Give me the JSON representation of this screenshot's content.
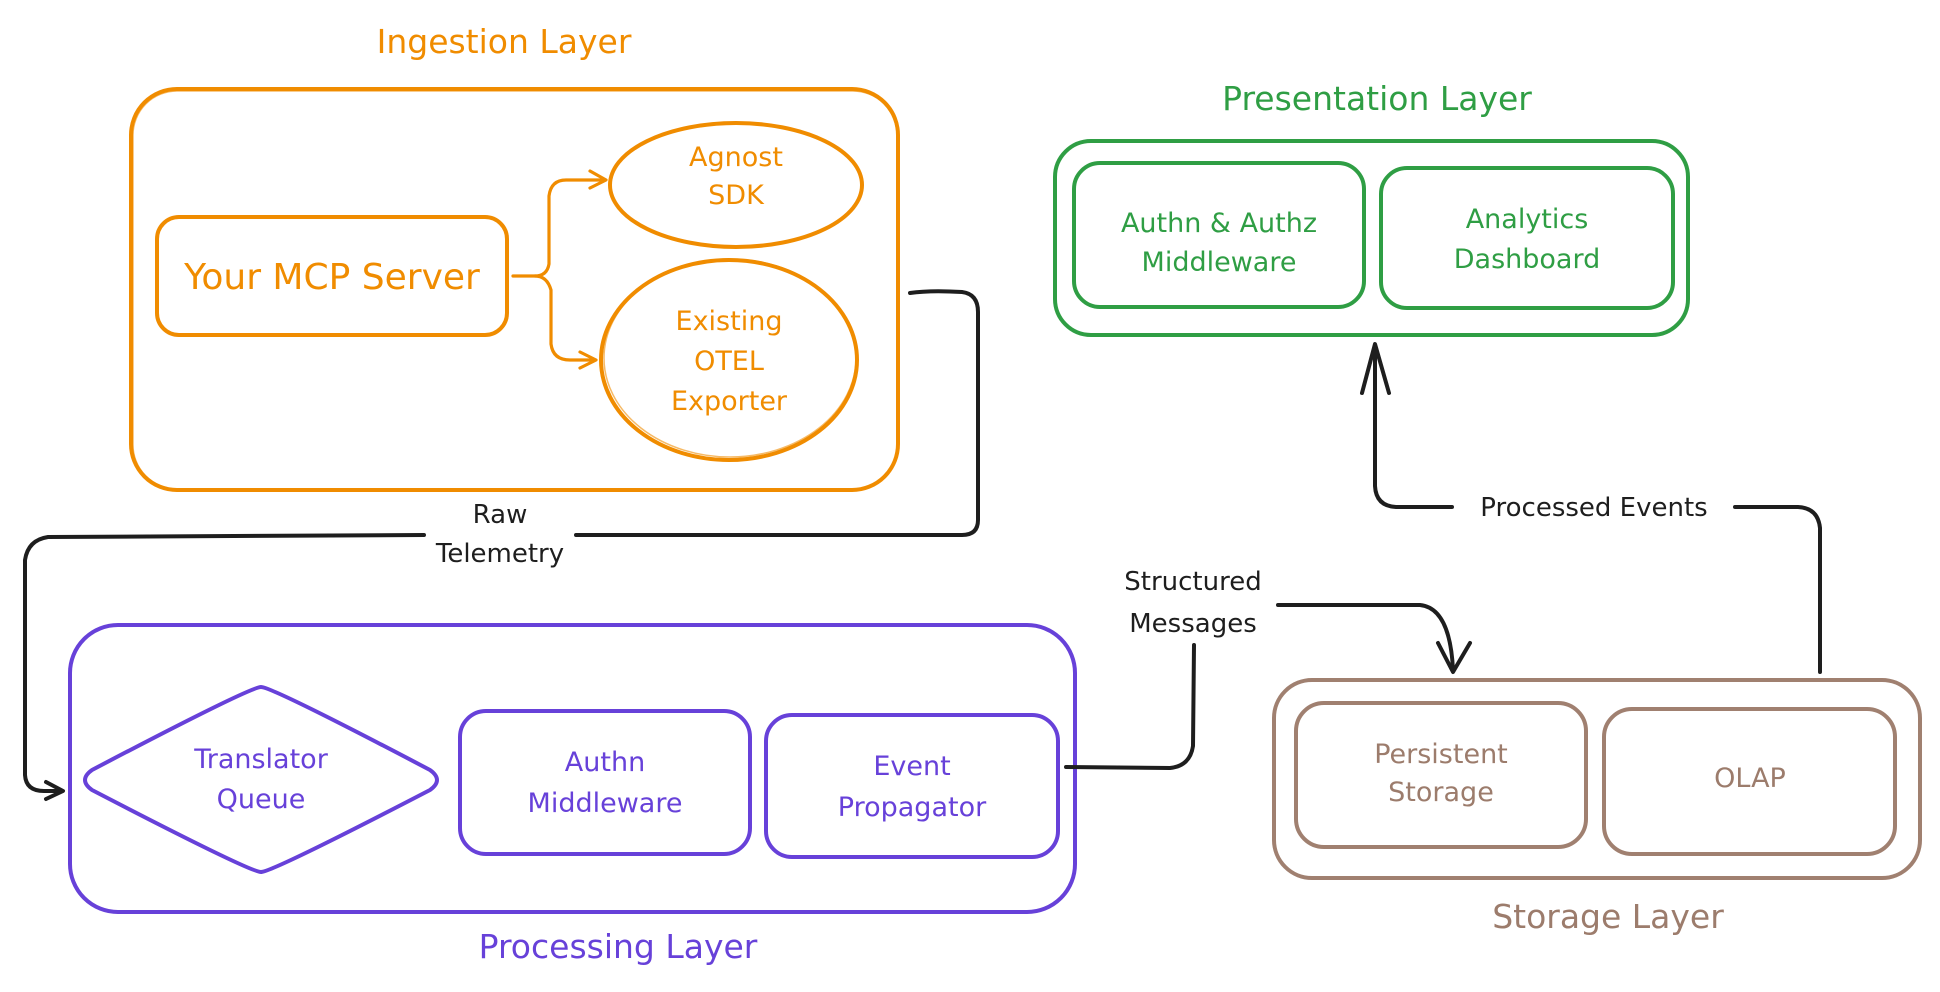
{
  "diagram": {
    "colors": {
      "ingestion": "#f08c00",
      "presentation": "#2f9e44",
      "processing": "#6741d9",
      "storage": "#a08070",
      "connector": "#1e1e1e"
    },
    "ingestion": {
      "title": "Ingestion Layer",
      "mcp_server": "Your MCP Server",
      "agnost_sdk": [
        "Agnost",
        "SDK"
      ],
      "otel_exporter": [
        "Existing",
        "OTEL",
        "Exporter"
      ]
    },
    "presentation": {
      "title": "Presentation Layer",
      "auth": [
        "Authn & Authz",
        "Middleware"
      ],
      "dashboard": [
        "Analytics",
        "Dashboard"
      ]
    },
    "processing": {
      "title": "Processing Layer",
      "translator_queue": [
        "Translator",
        "Queue"
      ],
      "authn_middleware": [
        "Authn",
        "Middleware"
      ],
      "event_propagator": [
        "Event",
        "Propagator"
      ]
    },
    "storage": {
      "title": "Storage Layer",
      "persistent_storage": [
        "Persistent",
        "Storage"
      ],
      "olap": "OLAP"
    },
    "edges": {
      "raw_telemetry": [
        "Raw",
        "Telemetry"
      ],
      "structured_messages": [
        "Structured",
        "Messages"
      ],
      "processed_events": "Processed Events"
    }
  }
}
